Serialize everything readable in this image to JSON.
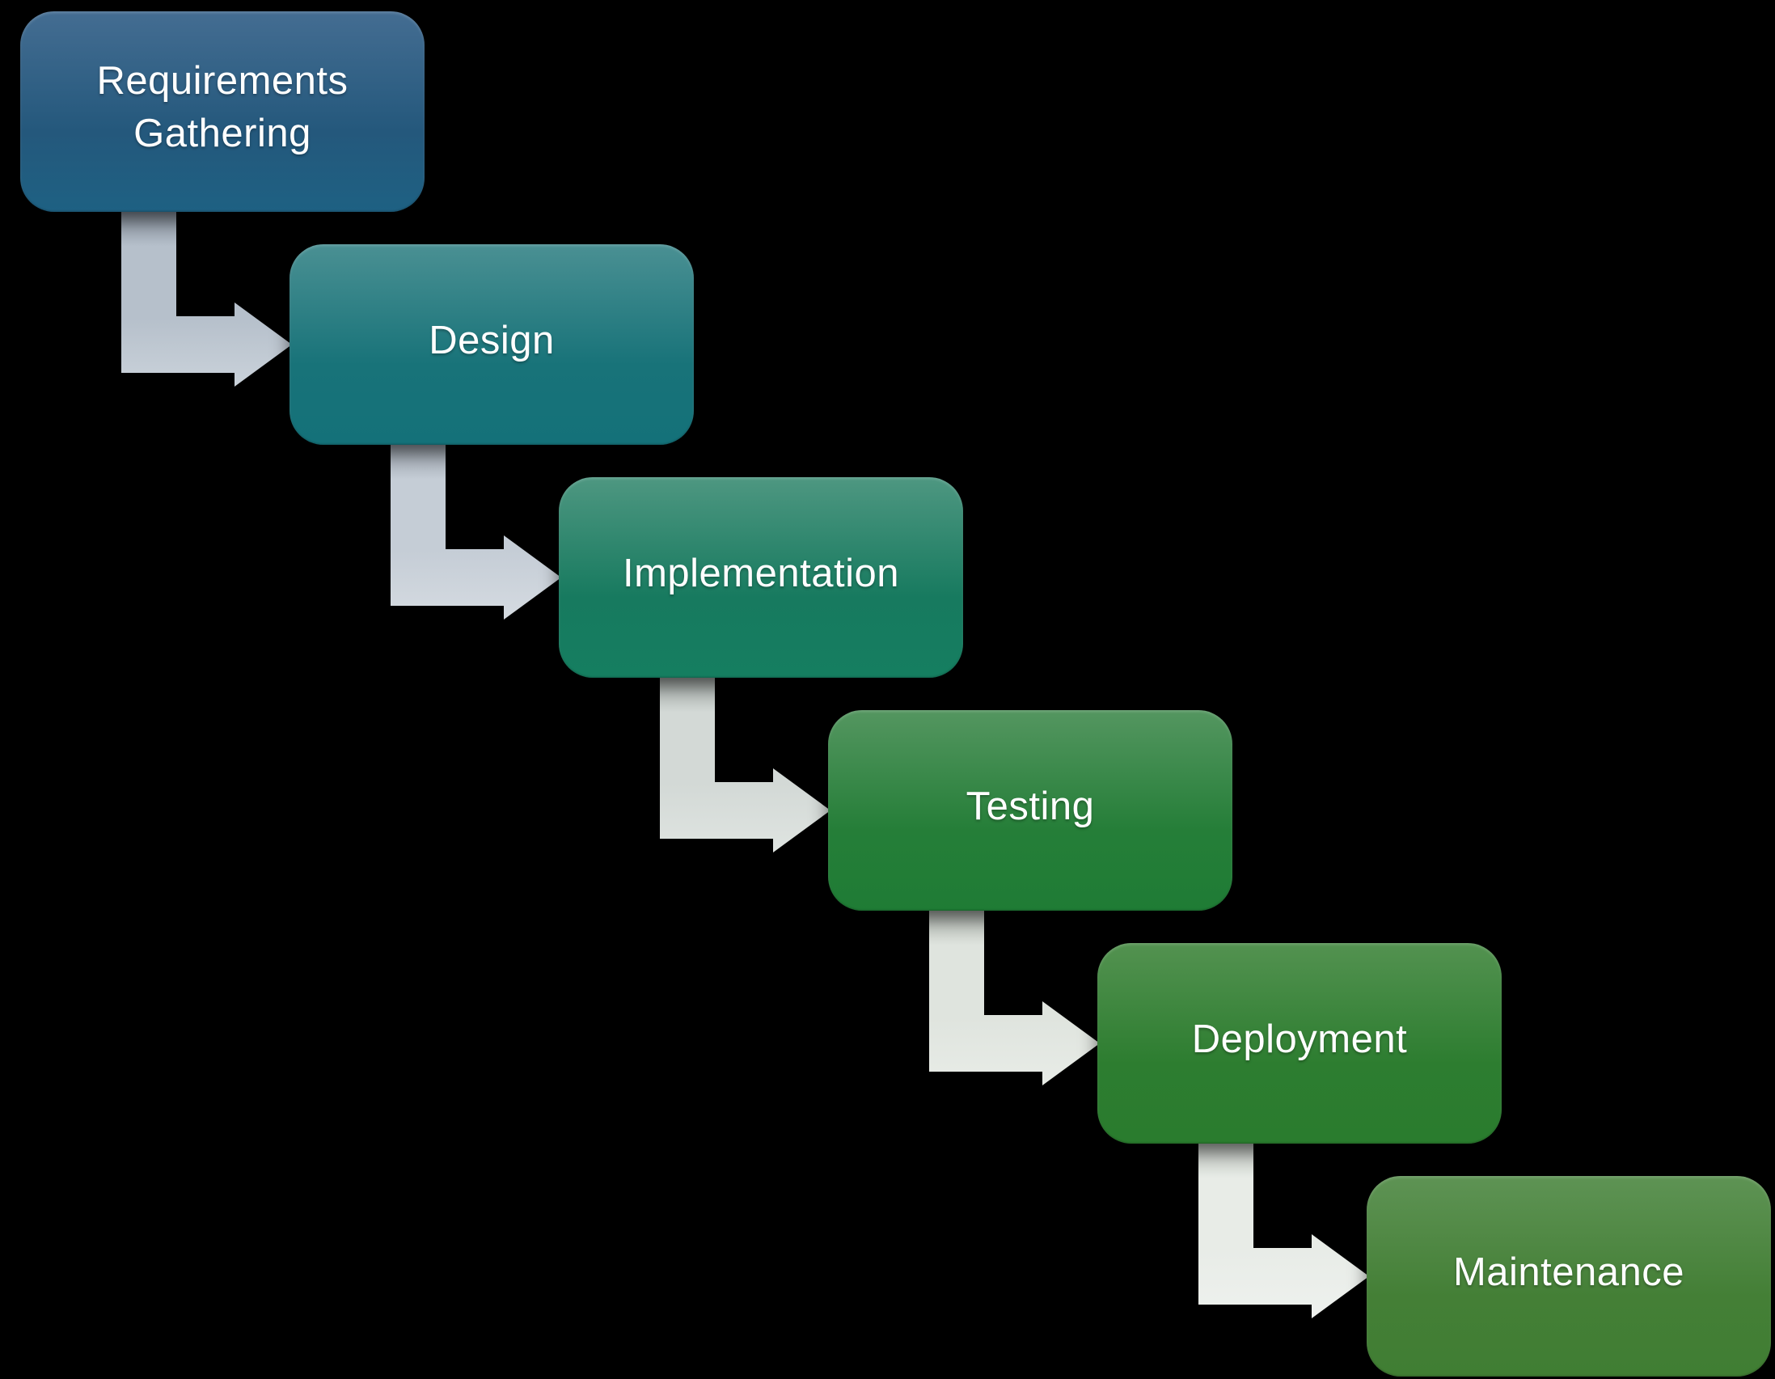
{
  "diagram": {
    "type": "waterfall-process",
    "background_color": "#000000",
    "text_color": "#ffffff",
    "stages": [
      {
        "label": "Requirements Gathering",
        "gradient": {
          "top": "#446d92",
          "mid": "#24587c",
          "bottom": "#1e6183"
        }
      },
      {
        "label": "Design",
        "gradient": {
          "top": "#4a9093",
          "mid": "#187379",
          "bottom": "#147179"
        }
      },
      {
        "label": "Implementation",
        "gradient": {
          "top": "#4e9781",
          "mid": "#177a5f",
          "bottom": "#157e60"
        }
      },
      {
        "label": "Testing",
        "gradient": {
          "top": "#549660",
          "mid": "#257e38",
          "bottom": "#1f7c35"
        }
      },
      {
        "label": "Deployment",
        "gradient": {
          "top": "#539250",
          "mid": "#2d7d30",
          "bottom": "#2a7c2e"
        }
      },
      {
        "label": "Maintenance",
        "gradient": {
          "top": "#5e9354",
          "mid": "#447f36",
          "bottom": "#407e33"
        }
      }
    ],
    "connectors": [
      {
        "from": "Requirements Gathering",
        "to": "Design",
        "color": "#b6c0cb",
        "shadow": "#7e8894"
      },
      {
        "from": "Design",
        "to": "Implementation",
        "color": "#c5cdd6",
        "shadow": "#8f97a0"
      },
      {
        "from": "Implementation",
        "to": "Testing",
        "color": "#d3d9d6",
        "shadow": "#9aa19e"
      },
      {
        "from": "Testing",
        "to": "Deployment",
        "color": "#dfe4de",
        "shadow": "#a7ada7"
      },
      {
        "from": "Deployment",
        "to": "Maintenance",
        "color": "#e8ece7",
        "shadow": "#b4bab4"
      }
    ]
  }
}
